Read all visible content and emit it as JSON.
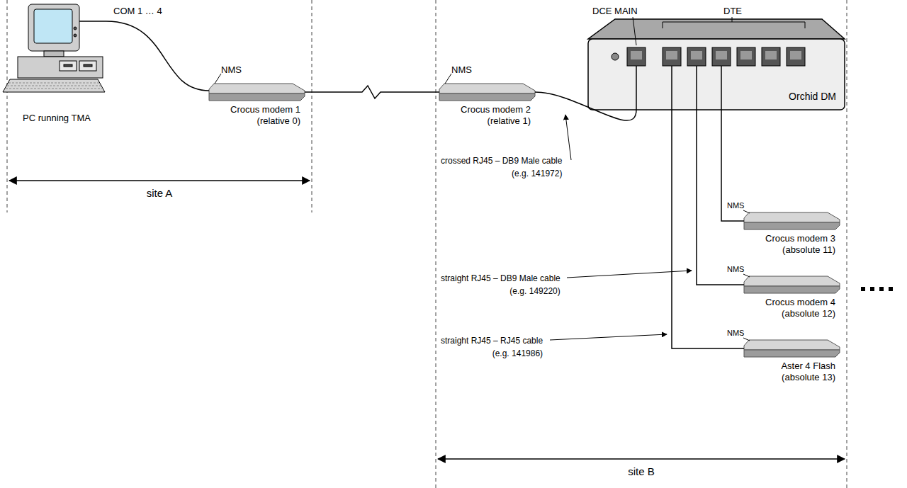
{
  "diagram": {
    "nodes": [
      {
        "text": [
          "PC running TMA"
        ]
      },
      {
        "text": [
          "Crocus modem 1 (relative 0)"
        ]
      },
      {
        "text": [
          "Crocus modem 2 (relative 1)"
        ]
      },
      {
        "text": [
          "Orchid DM"
        ]
      },
      {
        "text": [
          "Crocus modem 3 (absolute 11)"
        ]
      },
      {
        "text": [
          "Crocus modem 4 (absolute 12)"
        ]
      },
      {
        "text": [
          "Aster 4 Flash (absolute 13)"
        ]
      }
    ],
    "edges": [
      {
        "from": 0,
        "to": 1,
        "arrow": "none"
      },
      {
        "from": 1,
        "to": 2,
        "arrow": "none"
      },
      {
        "from": 2,
        "to": 3,
        "arrow": "none"
      },
      {
        "from": 3,
        "to": 4,
        "arrow": "none"
      },
      {
        "from": 3,
        "to": 5,
        "arrow": "none"
      },
      {
        "from": 3,
        "to": 6,
        "arrow": "none"
      }
    ],
    "labels": [
      "COM 1 … 4",
      "NMS",
      "NMS",
      "DCE MAIN",
      "DTE",
      "NMS",
      "NMS",
      "NMS",
      "crossed RJ45 – DB9 Male cable",
      "(e.g. 141972)",
      "straight RJ45 – DB9 Male cable",
      "(e.g. 149220)",
      "straight RJ45 – RJ45 cable",
      "(e.g. 141986)",
      "site A",
      "site B"
    ]
  }
}
